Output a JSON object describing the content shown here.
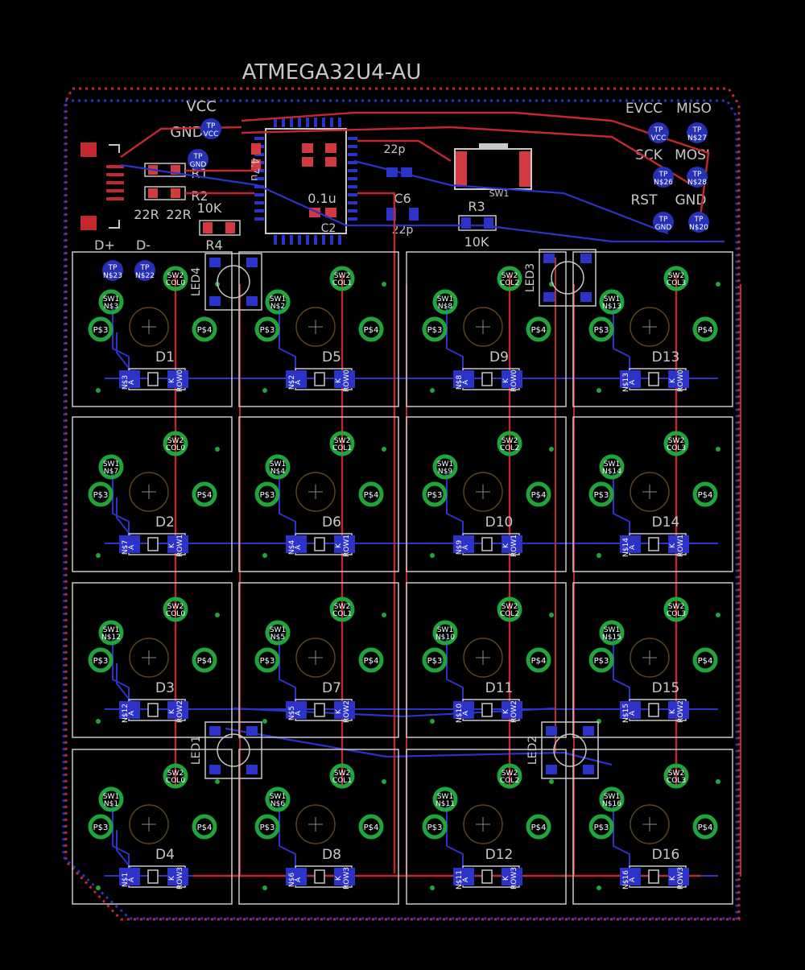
{
  "title": "ATMEGA32U4-AU",
  "colors": {
    "background": "#000000",
    "top_copper": "#c4282f",
    "bottom_copper": "#2c33c8",
    "silkscreen": "#c8c8c8",
    "pad_green": "#1fa53a",
    "tp_blue": "#2731b8",
    "smd_red": "#d23a42"
  },
  "header_labels": {
    "vcc": "VCC",
    "gnd": "GND",
    "miso": "MISO",
    "evcc": "EVCC",
    "sck": "SCK",
    "mosi": "MOSI",
    "rst": "RST",
    "gnd2": "GND",
    "dplus": "D+",
    "dminus": "D-"
  },
  "components": {
    "r1": "R1",
    "r2": "R2",
    "r1_val": "22R",
    "r2_val": "22R",
    "r4": "R4",
    "r4_val": "10K",
    "r3": "R3",
    "r3_val": "10K",
    "c2": "C2",
    "c2_val": "0.1u",
    "c6": "C6",
    "c6_val": "22p",
    "c_xtal_val": "22p",
    "cap_47u": "4.7u",
    "sw_reset": "SW1",
    "led1": "LED1",
    "led2": "LED2",
    "led3": "LED3",
    "led4": "LED4"
  },
  "test_points": [
    {
      "id": "tp-vcc-left",
      "top": "TP",
      "bot": "VCC"
    },
    {
      "id": "tp-gnd-left",
      "top": "TP",
      "bot": "GND"
    },
    {
      "id": "tp-vcc-right",
      "top": "TP",
      "bot": "VCC"
    },
    {
      "id": "tp-n27",
      "top": "TP",
      "bot": "N$27"
    },
    {
      "id": "tp-n26",
      "top": "TP",
      "bot": "N$26"
    },
    {
      "id": "tp-n28",
      "top": "TP",
      "bot": "N$28"
    },
    {
      "id": "tp-gnd-right",
      "top": "TP",
      "bot": "GND"
    },
    {
      "id": "tp-n20",
      "top": "TP",
      "bot": "N$20"
    },
    {
      "id": "tp-n23",
      "top": "TP",
      "bot": "N$23"
    },
    {
      "id": "tp-n22",
      "top": "TP",
      "bot": "N$22"
    }
  ],
  "keys": [
    {
      "diode": "D1",
      "net": "N$3",
      "row": "ROW0",
      "col": "COL0"
    },
    {
      "diode": "D5",
      "net": "N$2",
      "row": "ROW0",
      "col": "COL1"
    },
    {
      "diode": "D9",
      "net": "N$8",
      "row": "ROW0",
      "col": "COL2"
    },
    {
      "diode": "D13",
      "net": "N$13",
      "row": "ROW0",
      "col": "COL3"
    },
    {
      "diode": "D2",
      "net": "N$7",
      "row": "ROW1",
      "col": "COL0"
    },
    {
      "diode": "D6",
      "net": "N$4",
      "row": "ROW1",
      "col": "COL1"
    },
    {
      "diode": "D10",
      "net": "N$9",
      "row": "ROW1",
      "col": "COL2"
    },
    {
      "diode": "D14",
      "net": "N$14",
      "row": "ROW1",
      "col": "COL3"
    },
    {
      "diode": "D3",
      "net": "N$12",
      "row": "ROW2",
      "col": "COL0"
    },
    {
      "diode": "D7",
      "net": "N$5",
      "row": "ROW2",
      "col": "COL1"
    },
    {
      "diode": "D11",
      "net": "N$10",
      "row": "ROW2",
      "col": "COL2"
    },
    {
      "diode": "D15",
      "net": "N$15",
      "row": "ROW2",
      "col": "COL3"
    },
    {
      "diode": "D4",
      "net": "N$1",
      "row": "ROW3",
      "col": "COL0"
    },
    {
      "diode": "D8",
      "net": "N$6",
      "row": "ROW3",
      "col": "COL1"
    },
    {
      "diode": "D12",
      "net": "N$11",
      "row": "ROW3",
      "col": "COL2"
    },
    {
      "diode": "D16",
      "net": "N$16",
      "row": "ROW3",
      "col": "COL3"
    }
  ],
  "pad_labels": {
    "sw1": "SW1",
    "sw2": "SW2",
    "p3": "P$3",
    "p4": "P$4",
    "anode": "A",
    "cathode": "K"
  }
}
